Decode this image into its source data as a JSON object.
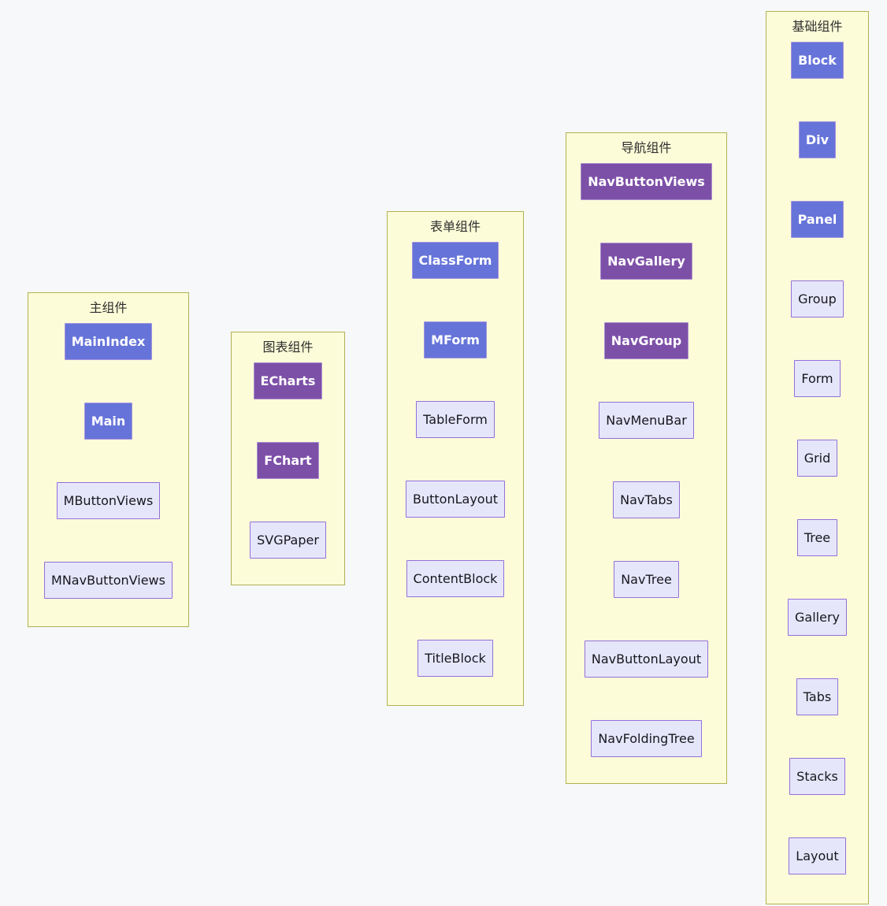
{
  "palette": {
    "page_bg": "#f7f8fa",
    "group_bg": "#fcfcd9",
    "group_border": "#b1b152",
    "primary_bg": "#6674d9",
    "primary_border": "#a393de",
    "accent_bg": "#7d50a8",
    "accent_border": "#a98fce",
    "light_bg": "#e6e6fa",
    "light_border": "#9370db",
    "light_text": "#17171f",
    "on_color_text": "#ffffff"
  },
  "groups": [
    {
      "title": "主组件",
      "items": [
        {
          "label": "MainIndex",
          "variant": "primary"
        },
        {
          "label": "Main",
          "variant": "primary"
        },
        {
          "label": "MButtonViews",
          "variant": "light"
        },
        {
          "label": "MNavButtonViews",
          "variant": "light"
        }
      ]
    },
    {
      "title": "图表组件",
      "items": [
        {
          "label": "ECharts",
          "variant": "accent"
        },
        {
          "label": "FChart",
          "variant": "accent"
        },
        {
          "label": "SVGPaper",
          "variant": "light"
        }
      ]
    },
    {
      "title": "表单组件",
      "items": [
        {
          "label": "ClassForm",
          "variant": "primary"
        },
        {
          "label": "MForm",
          "variant": "primary"
        },
        {
          "label": "TableForm",
          "variant": "light"
        },
        {
          "label": "ButtonLayout",
          "variant": "light"
        },
        {
          "label": "ContentBlock",
          "variant": "light"
        },
        {
          "label": "TitleBlock",
          "variant": "light"
        }
      ]
    },
    {
      "title": "导航组件",
      "items": [
        {
          "label": "NavButtonViews",
          "variant": "accent"
        },
        {
          "label": "NavGallery",
          "variant": "accent"
        },
        {
          "label": "NavGroup",
          "variant": "accent"
        },
        {
          "label": "NavMenuBar",
          "variant": "light"
        },
        {
          "label": "NavTabs",
          "variant": "light"
        },
        {
          "label": "NavTree",
          "variant": "light"
        },
        {
          "label": "NavButtonLayout",
          "variant": "light"
        },
        {
          "label": "NavFoldingTree",
          "variant": "light"
        }
      ]
    },
    {
      "title": "基础组件",
      "items": [
        {
          "label": "Block",
          "variant": "primary"
        },
        {
          "label": "Div",
          "variant": "primary"
        },
        {
          "label": "Panel",
          "variant": "primary"
        },
        {
          "label": "Group",
          "variant": "light"
        },
        {
          "label": "Form",
          "variant": "light"
        },
        {
          "label": "Grid",
          "variant": "light"
        },
        {
          "label": "Tree",
          "variant": "light"
        },
        {
          "label": "Gallery",
          "variant": "light"
        },
        {
          "label": "Tabs",
          "variant": "light"
        },
        {
          "label": "Stacks",
          "variant": "light"
        },
        {
          "label": "Layout",
          "variant": "light"
        }
      ]
    }
  ]
}
